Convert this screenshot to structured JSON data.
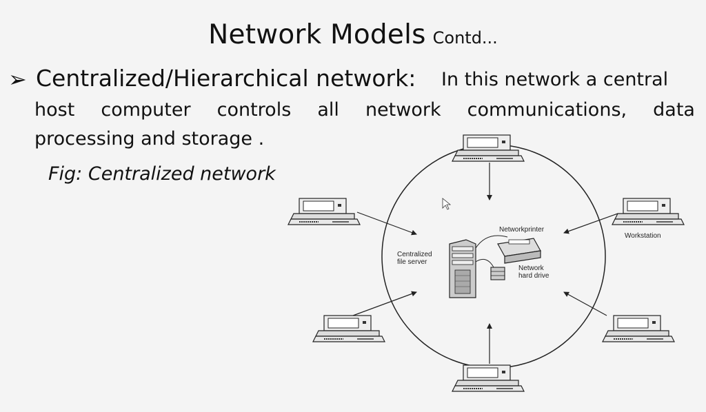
{
  "slide": {
    "title": "Network Models",
    "title_suffix": "Contd...",
    "bullet_symbol": "➢",
    "bullet_heading": "Centralized/Hierarchical network:",
    "bullet_text_line1": "In this network a central",
    "bullet_text_line2_words": [
      "host",
      "computer",
      "controls",
      "all",
      "network",
      "communications,",
      "data"
    ],
    "bullet_text_line3": "processing and storage .",
    "figure_caption": "Fig: Centralized network"
  },
  "diagram": {
    "server_label_line1": "Centralized",
    "server_label_line2": "file server",
    "printer_label": "Networkprinter",
    "drive_label_line1": "Network",
    "drive_label_line2": "hard drive",
    "workstation_label": "Workstation"
  },
  "colors": {
    "background": "#f4f4f4",
    "text": "#111111",
    "line": "#222222"
  }
}
